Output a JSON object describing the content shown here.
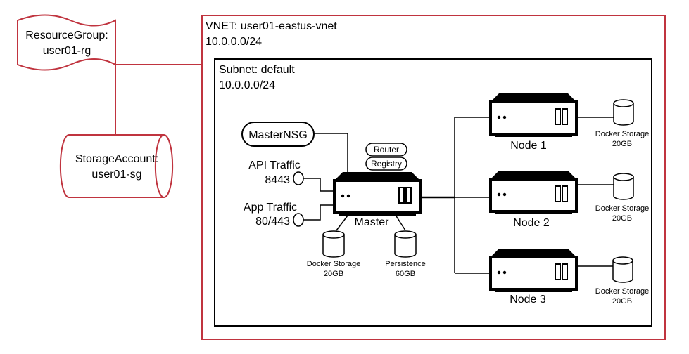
{
  "colors": {
    "azure_red": "#c0343f",
    "line": "#000000",
    "background": "#ffffff"
  },
  "resource_group": {
    "line1": "ResourceGroup:",
    "line2": "user01-rg"
  },
  "storage_account": {
    "line1": "StorageAccount:",
    "line2": "user01-sg"
  },
  "vnet": {
    "title": "VNET: user01-eastus-vnet",
    "cidr": "10.0.0.0/24"
  },
  "subnet": {
    "title": "Subnet: default",
    "cidr": "10.0.0.0/24"
  },
  "nsg": {
    "label": "MasterNSG"
  },
  "api_traffic": {
    "label": "API Traffic",
    "port": "8443"
  },
  "app_traffic": {
    "label": "App Traffic",
    "port": "80/443"
  },
  "master": {
    "label": "Master",
    "router": "Router",
    "registry": "Registry",
    "storage": {
      "line1": "Docker Storage",
      "line2": "20GB"
    },
    "persistence": {
      "line1": "Persistence",
      "line2": "60GB"
    }
  },
  "nodes": [
    {
      "label": "Node 1",
      "storage_line1": "Docker Storage",
      "storage_line2": "20GB"
    },
    {
      "label": "Node 2",
      "storage_line1": "Docker Storage",
      "storage_line2": "20GB"
    },
    {
      "label": "Node 3",
      "storage_line1": "Docker Storage",
      "storage_line2": "20GB"
    }
  ]
}
